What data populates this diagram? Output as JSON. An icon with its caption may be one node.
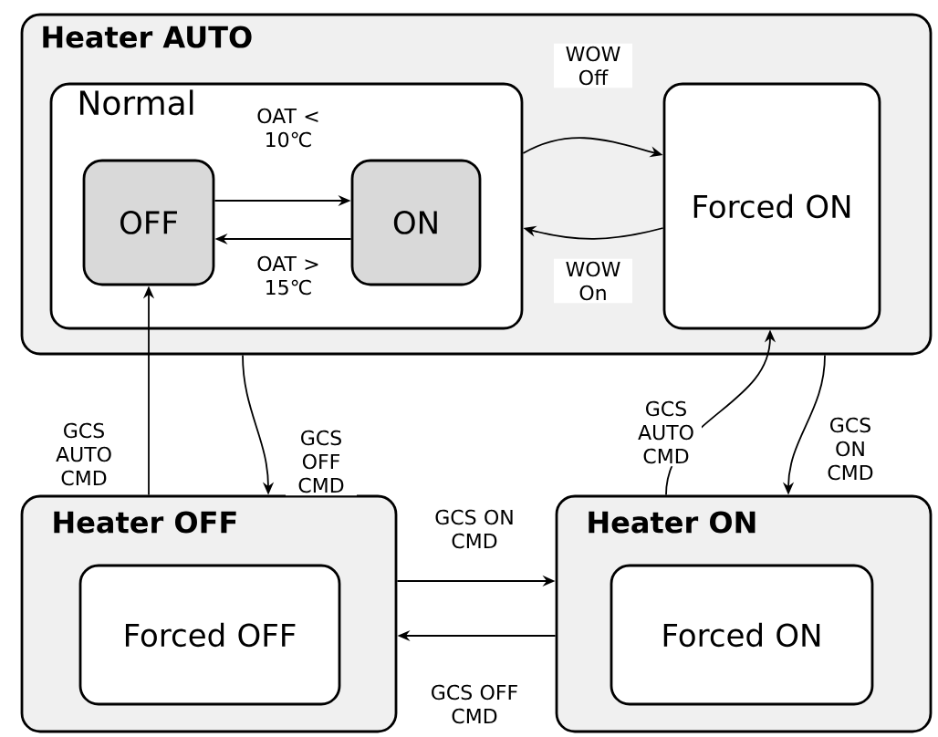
{
  "diagram": {
    "nodes": [
      {
        "text": [
          "Heater AUTO"
        ]
      },
      {
        "text": [
          "Normal"
        ],
        "in": 0
      },
      {
        "text": [
          "OFF"
        ],
        "in": 1
      },
      {
        "text": [
          "ON"
        ],
        "in": 1
      },
      {
        "text": [
          "Forced ON"
        ],
        "in": 0
      },
      {
        "text": [
          "Heater OFF"
        ]
      },
      {
        "text": [
          "Forced OFF"
        ],
        "in": 5
      },
      {
        "text": [
          "Heater ON"
        ]
      },
      {
        "text": [
          "Forced ON"
        ],
        "in": 7
      }
    ],
    "edges": [
      {
        "from": 2,
        "to": 3,
        "arrow": "to",
        "label": "OAT < 10℃"
      },
      {
        "from": 3,
        "to": 2,
        "arrow": "to",
        "label": "OAT > 15℃"
      },
      {
        "from": 1,
        "to": 4,
        "arrow": "to",
        "label": "WOW Off"
      },
      {
        "from": 4,
        "to": 1,
        "arrow": "to",
        "label": "WOW On"
      },
      {
        "from": 5,
        "to": 2,
        "arrow": "to",
        "label": "GCS AUTO CMD"
      },
      {
        "from": 0,
        "to": 5,
        "arrow": "to",
        "label": "GCS OFF CMD"
      },
      {
        "from": 7,
        "to": 4,
        "arrow": "to",
        "label": "GCS AUTO CMD"
      },
      {
        "from": 0,
        "to": 7,
        "arrow": "to",
        "label": "GCS ON CMD"
      },
      {
        "from": 5,
        "to": 7,
        "arrow": "to",
        "label": "GCS ON CMD"
      },
      {
        "from": 7,
        "to": 5,
        "arrow": "to",
        "label": "GCS OFF CMD"
      }
    ]
  }
}
